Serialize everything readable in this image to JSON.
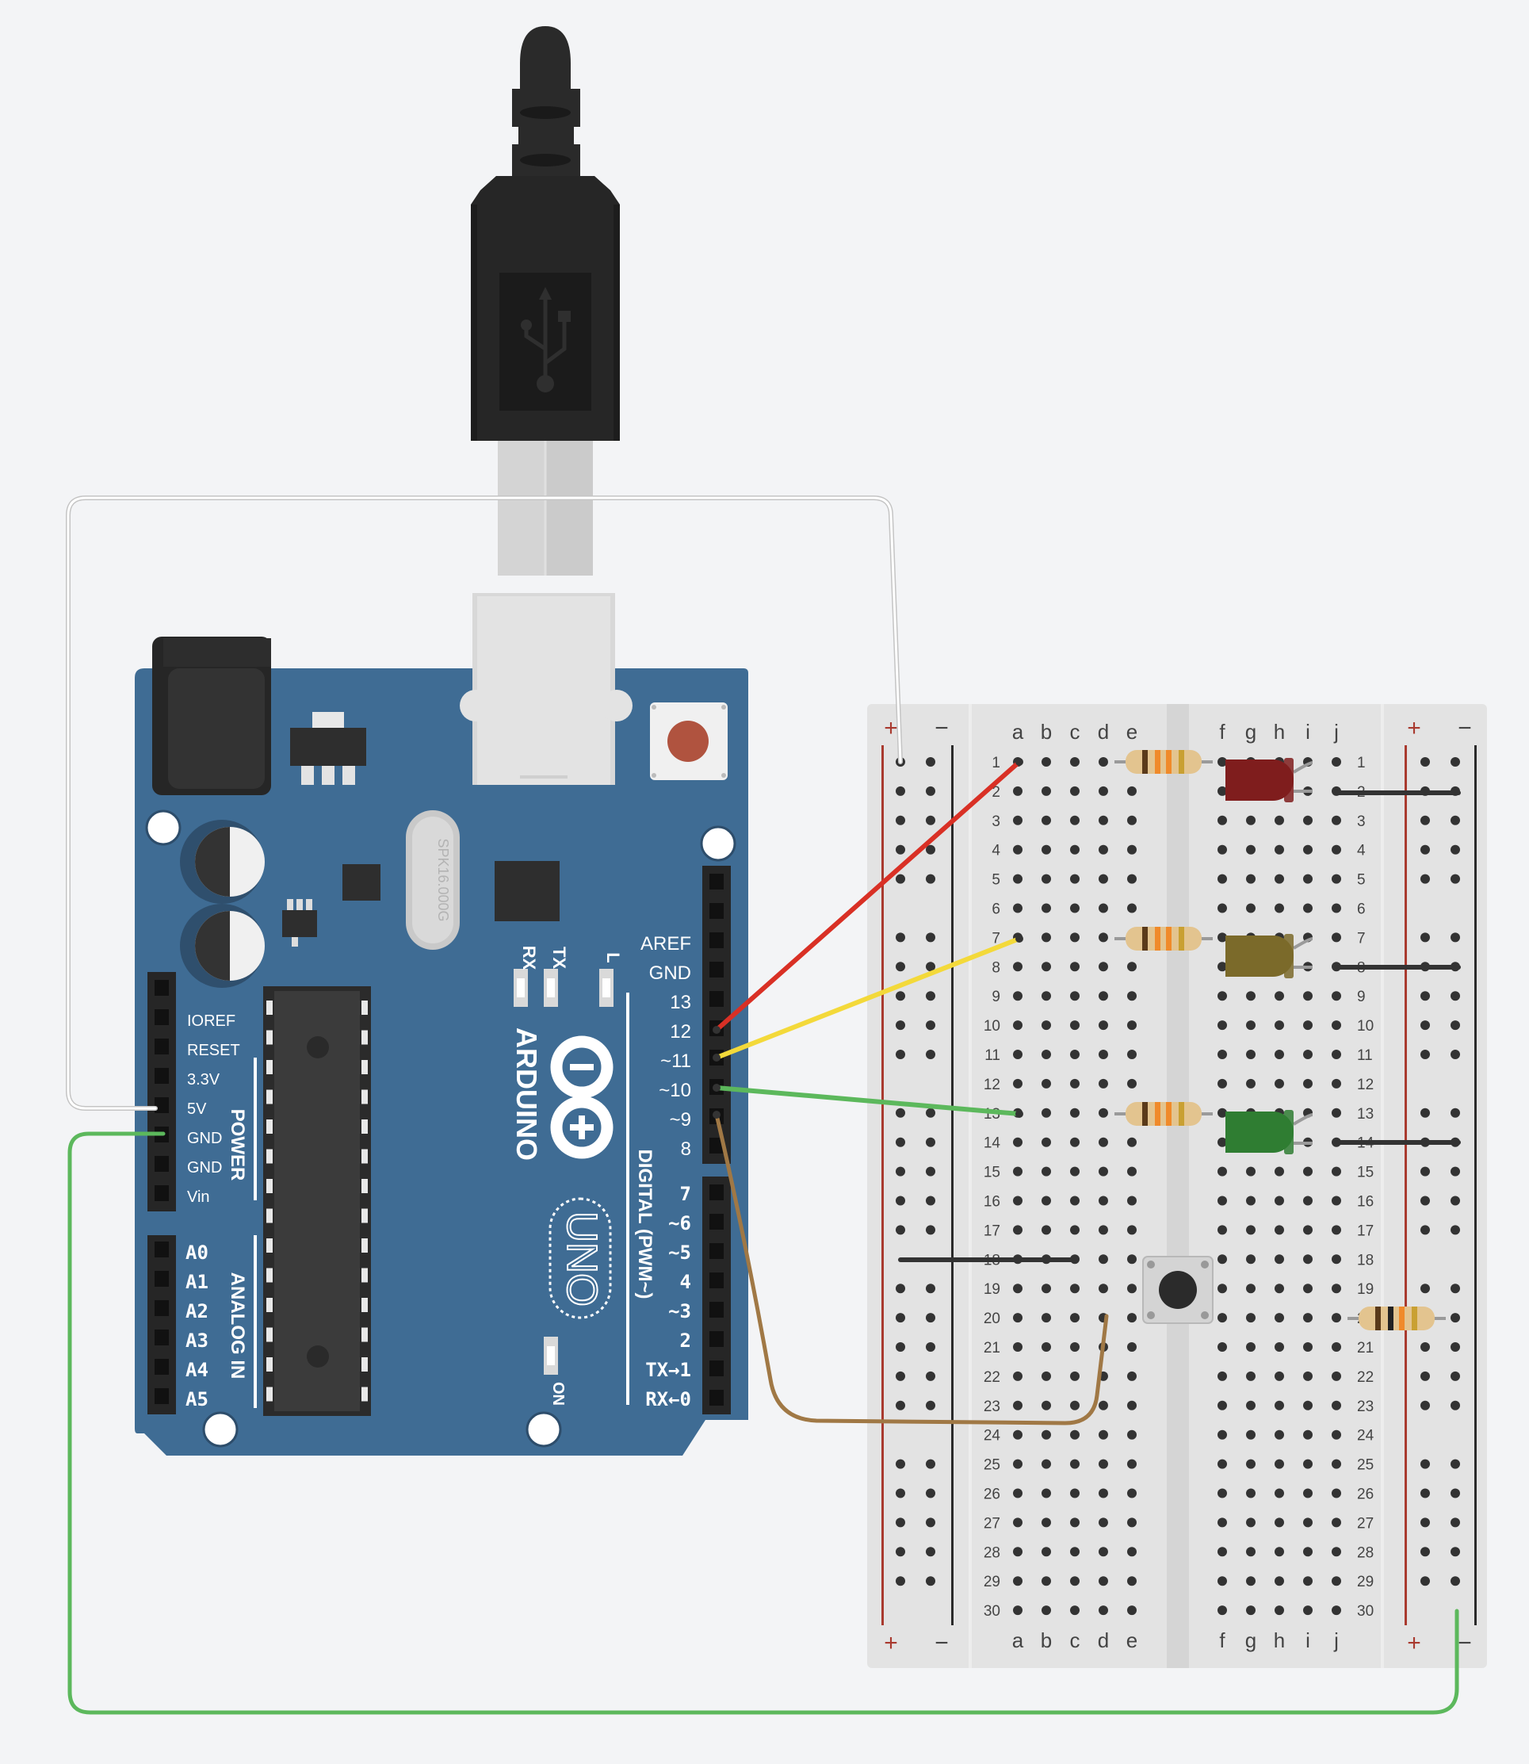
{
  "arduino": {
    "brand": "ARDUINO",
    "model": "UNO",
    "crystal": "SPK16.000G",
    "led_labels": {
      "rx": "RX",
      "tx": "TX",
      "l": "L",
      "on": "ON"
    },
    "digital_pins_top": [
      "AREF",
      "GND",
      "13",
      "12",
      "~11",
      "~10",
      "~9",
      "8"
    ],
    "digital_pins_bottom": [
      "7",
      "~6",
      "~5",
      "4",
      "~3",
      "2",
      "TX→1",
      "RX←0"
    ],
    "power_pins": [
      "IOREF",
      "RESET",
      "3.3V",
      "5V",
      "GND",
      "GND",
      "Vin"
    ],
    "power_label": "POWER",
    "analog_pins": [
      "A0",
      "A1",
      "A2",
      "A3",
      "A4",
      "A5"
    ],
    "analog_label": "ANALOG IN",
    "digital_label": "DIGITAL (PWM~)"
  },
  "breadboard": {
    "columns_left": [
      "a",
      "b",
      "c",
      "d",
      "e"
    ],
    "columns_right": [
      "f",
      "g",
      "h",
      "i",
      "j"
    ],
    "rows": [
      "1",
      "2",
      "3",
      "4",
      "5",
      "6",
      "7",
      "8",
      "9",
      "10",
      "11",
      "12",
      "13",
      "14",
      "15",
      "16",
      "17",
      "18",
      "19",
      "20",
      "21",
      "22",
      "23",
      "24",
      "25",
      "26",
      "27",
      "28",
      "29",
      "30"
    ],
    "rail_plus": "+",
    "rail_minus": "−"
  },
  "components": {
    "leds": [
      {
        "name": "red-led",
        "color": "#7f1d1d"
      },
      {
        "name": "yellow-led",
        "color": "#7b6a2a"
      },
      {
        "name": "green-led",
        "color": "#2f7d32"
      }
    ],
    "pushbutton": "pushbutton",
    "resistors": 4
  },
  "wires": [
    {
      "name": "red-wire",
      "color": "#d93025",
      "from": "12",
      "to": "a1"
    },
    {
      "name": "yellow-wire",
      "color": "#f3d93a",
      "from": "~11",
      "to": "a7"
    },
    {
      "name": "green-wire",
      "color": "#5cb85c",
      "from": "~10",
      "to": "a13"
    },
    {
      "name": "brown-wire",
      "color": "#a07845",
      "from": "~9",
      "to": "d20"
    },
    {
      "name": "white-wire",
      "color": "#ffffff",
      "from": "5V",
      "to": "+ rail"
    },
    {
      "name": "gnd-wire",
      "color": "#5cb85c",
      "from": "GND",
      "to": "− rail"
    }
  ],
  "colors": {
    "board": "#3f6c94",
    "background": "#f3f4f6"
  }
}
